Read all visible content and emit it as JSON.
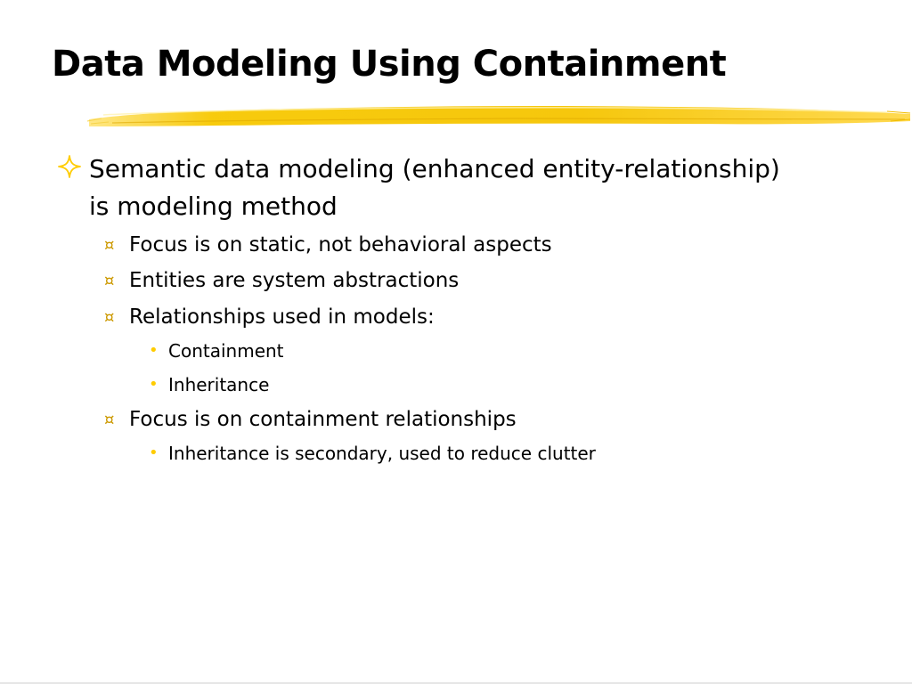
{
  "slide": {
    "title": "Data Modeling Using Containment",
    "colors": {
      "highlighter": "#f5c400",
      "highlighter_light": "#ffe36b",
      "bullet_level1": "#ffcc00",
      "bullet_level2": "#cc9900",
      "bullet_level3": "#ffcc00"
    },
    "bullets": [
      {
        "level": 1,
        "icon": "four-point-star-icon",
        "lines": [
          "Semantic data modeling (enhanced entity-relationship)",
          "is modeling method"
        ]
      },
      {
        "level": 2,
        "icon": "currency-sign-icon",
        "glyph": "¤",
        "text": "Focus is on static, not behavioral aspects"
      },
      {
        "level": 2,
        "icon": "currency-sign-icon",
        "glyph": "¤",
        "text": "Entities are system abstractions"
      },
      {
        "level": 2,
        "icon": "currency-sign-icon",
        "glyph": "¤",
        "text": "Relationships used in models:"
      },
      {
        "level": 3,
        "icon": "dot-icon",
        "glyph": "•",
        "text": "Containment"
      },
      {
        "level": 3,
        "icon": "dot-icon",
        "glyph": "•",
        "text": "Inheritance"
      },
      {
        "level": 2,
        "icon": "currency-sign-icon",
        "glyph": "¤",
        "text": "Focus is on containment relationships"
      },
      {
        "level": 3,
        "icon": "dot-icon",
        "glyph": "•",
        "text": "Inheritance is secondary, used to reduce clutter"
      }
    ]
  }
}
